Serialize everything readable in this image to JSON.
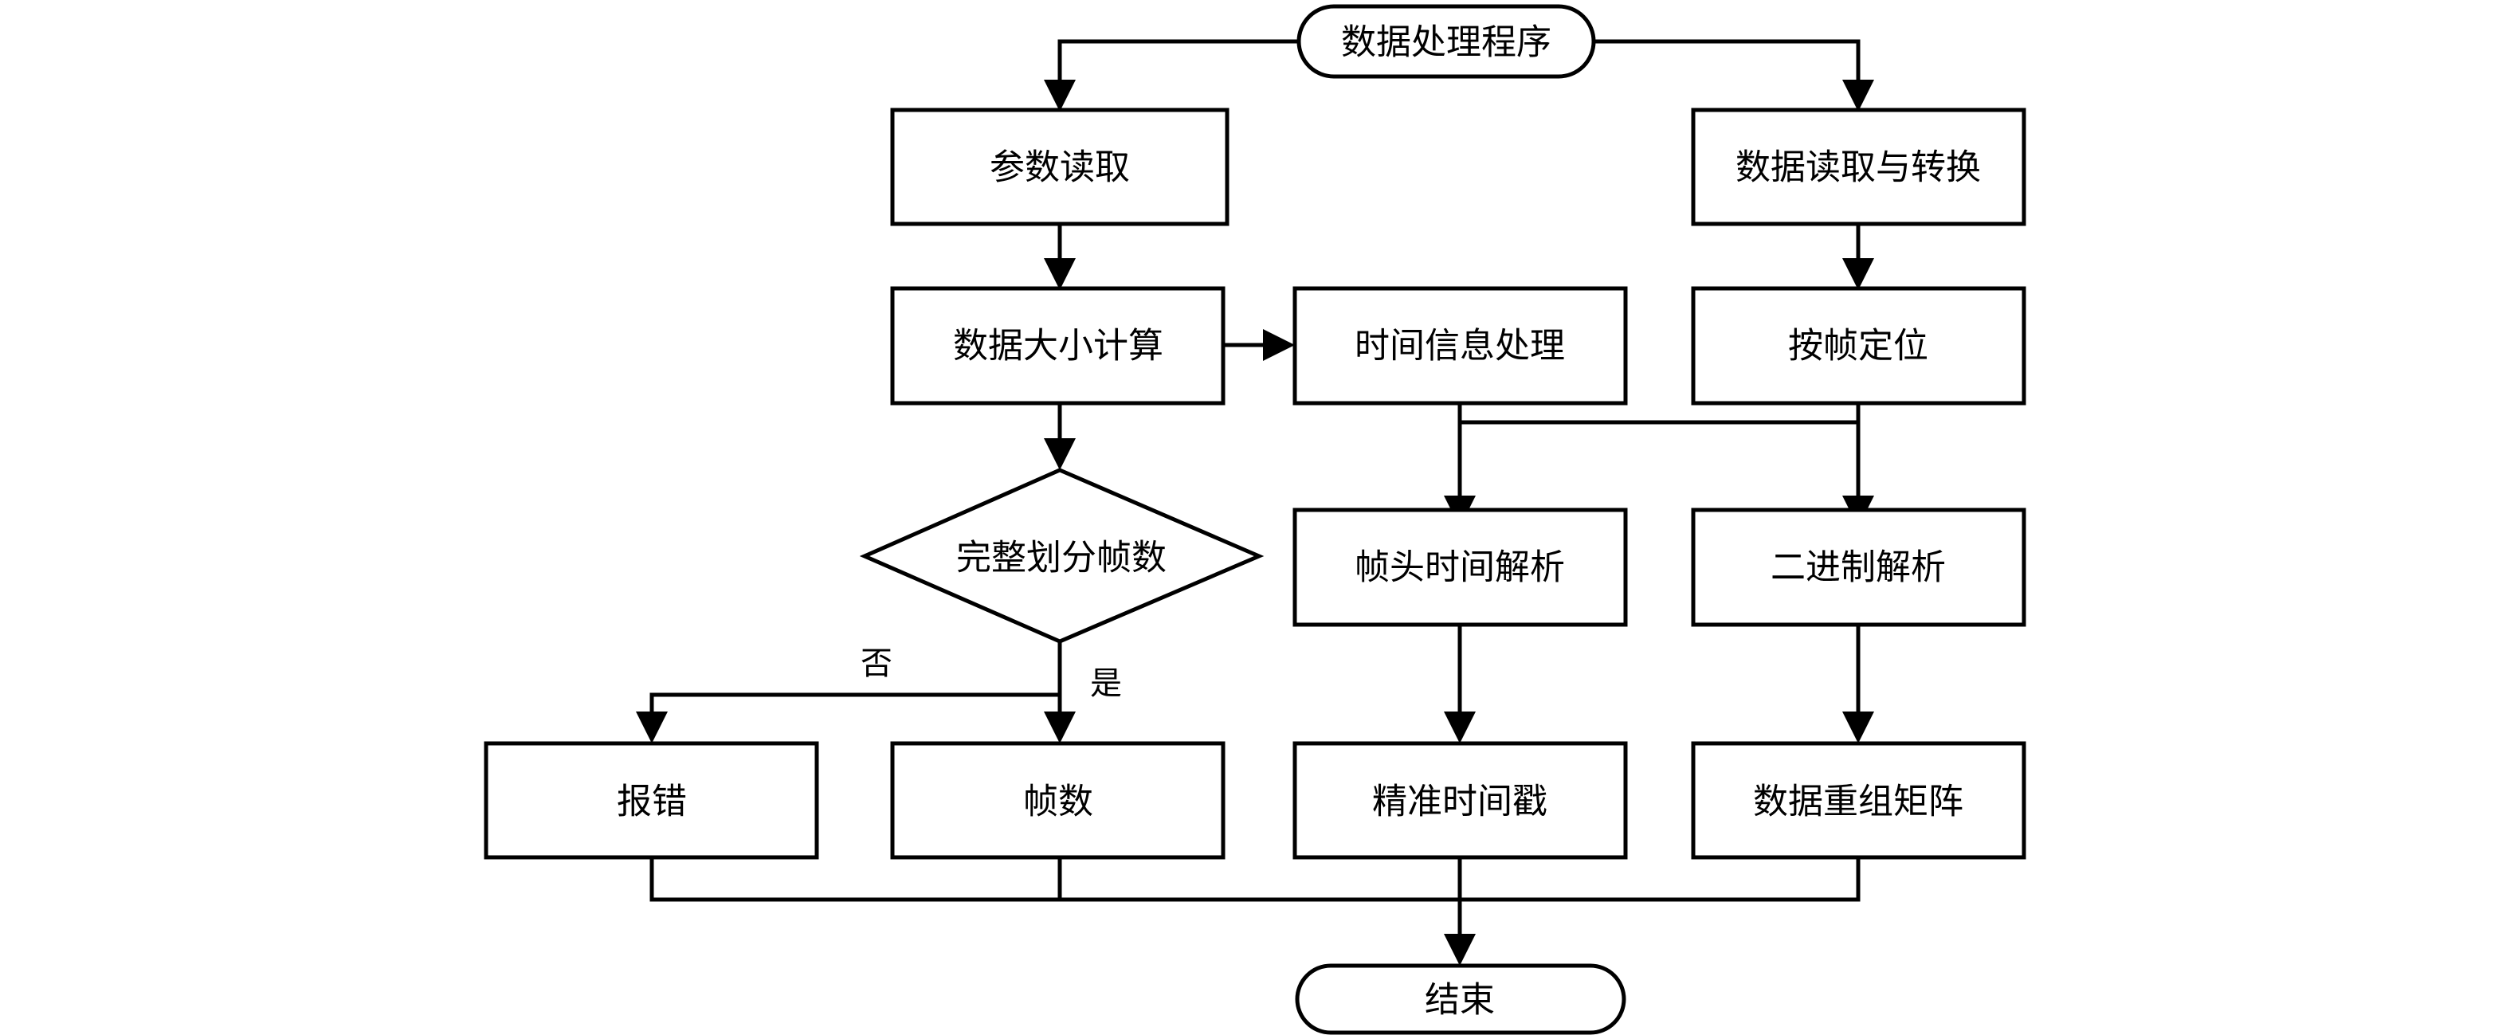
{
  "diagram": {
    "title_node": "数据处理程序",
    "end_node": "结束",
    "nodes": {
      "start": "数据处理程序",
      "param_read": "参数读取",
      "data_read_convert": "数据读取与转换",
      "data_size_calc": "数据大小计算",
      "time_info_process": "时间信息处理",
      "frame_locate": "按帧定位",
      "decision_full_frames": "完整划分帧数",
      "frame_header_time_parse": "帧头时间解析",
      "binary_parse": "二进制解析",
      "error_report": "报错",
      "frame_count": "帧数",
      "precise_timestamp": "精准时间戳",
      "data_reorg_matrix": "数据重组矩阵",
      "end": "结束"
    },
    "edge_labels": {
      "no_branch": "否",
      "yes_branch": "是"
    },
    "colors": {
      "stroke": "#000000",
      "fill": "#ffffff",
      "text": "#000000"
    }
  }
}
